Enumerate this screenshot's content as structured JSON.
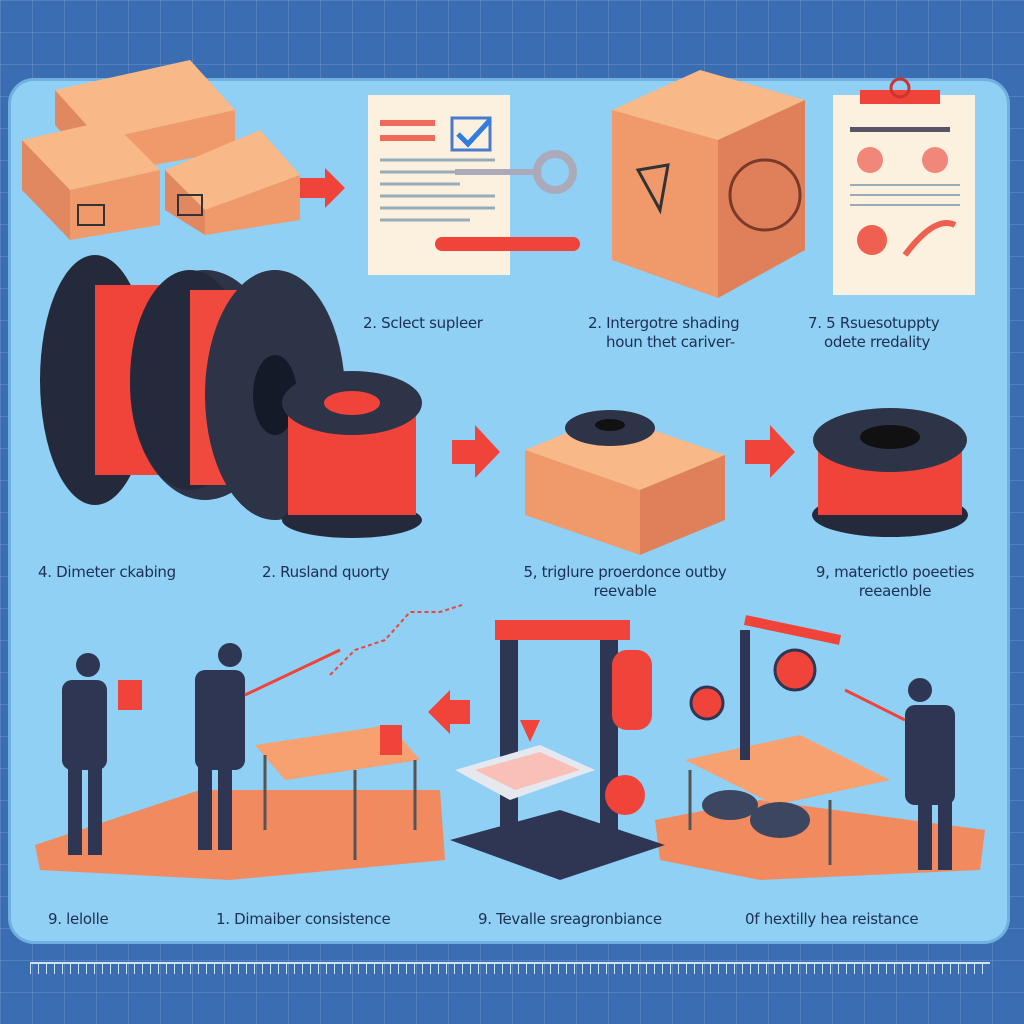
{
  "steps": {
    "row1": [
      {
        "label": "2. Sclect supleer"
      },
      {
        "label_line1": "2. Intergotre shading",
        "label_line2": "houn thet cariver-"
      },
      {
        "label_line1": "7. 5 Rsuesotuppty",
        "label_line2": "odete rredality"
      }
    ],
    "row2": [
      {
        "label": "4. Dimeter ckabing"
      },
      {
        "label": "2. Rusland quorty"
      },
      {
        "label_line1": "5, triglure proerdonce outby",
        "label_line2": "reevable"
      },
      {
        "label_line1": "9, materictlo poeeties",
        "label_line2": "reeaenble"
      }
    ],
    "row3": [
      {
        "label": "9. lelolle"
      },
      {
        "label": "1. Dimaiber consistence"
      },
      {
        "label": "9. Tevalle sreagronbiance"
      },
      {
        "label": "0f hextilly hea reistance"
      }
    ]
  },
  "colors": {
    "background": "#3b6db3",
    "panel": "#8fd0f4",
    "accent": "#f0433a",
    "box": "#f4a070",
    "dark": "#2b3450"
  }
}
